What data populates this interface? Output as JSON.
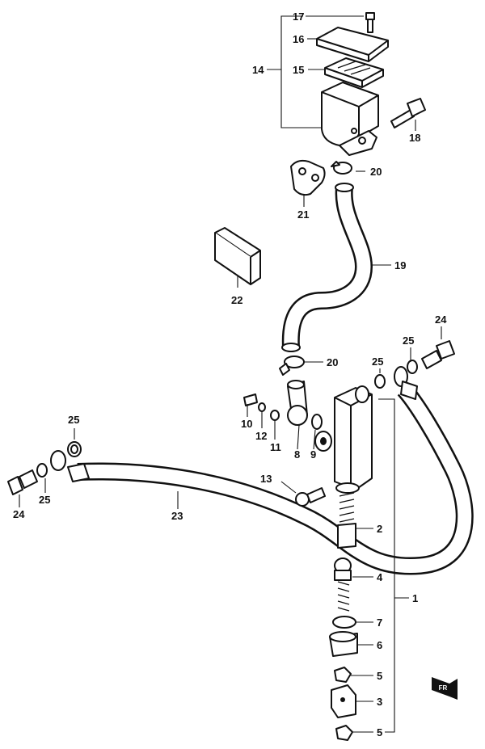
{
  "diagram": {
    "callouts": {
      "p1": "1",
      "p2": "2",
      "p3": "3",
      "p4": "4",
      "p5a": "5",
      "p5b": "5",
      "p6": "6",
      "p7": "7",
      "p8": "8",
      "p9": "9",
      "p10": "10",
      "p11": "11",
      "p12": "12",
      "p13": "13",
      "p14": "14",
      "p15": "15",
      "p16": "16",
      "p17": "17",
      "p18": "18",
      "p19": "19",
      "p20a": "20",
      "p20b": "20",
      "p21": "21",
      "p22": "22",
      "p23": "23",
      "p24a": "24",
      "p24b": "24",
      "p25a": "25",
      "p25b": "25",
      "p25c": "25",
      "p25d": "25"
    },
    "front_badge": "FR"
  }
}
